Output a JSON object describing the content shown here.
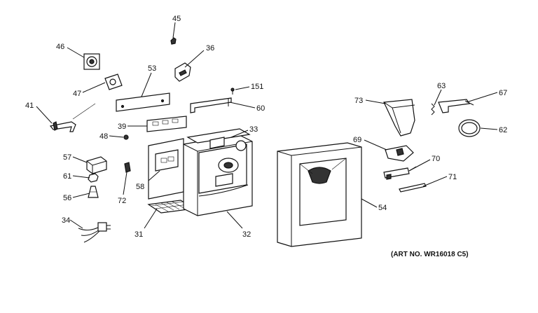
{
  "diagram": {
    "callouts": [
      "45",
      "46",
      "53",
      "36",
      "47",
      "151",
      "41",
      "60",
      "39",
      "33",
      "48",
      "57",
      "61",
      "58",
      "72",
      "56",
      "31",
      "32",
      "34",
      "73",
      "63",
      "67",
      "62",
      "69",
      "70",
      "71",
      "54"
    ],
    "art_number": "(ART NO. WR16018 C5)"
  }
}
